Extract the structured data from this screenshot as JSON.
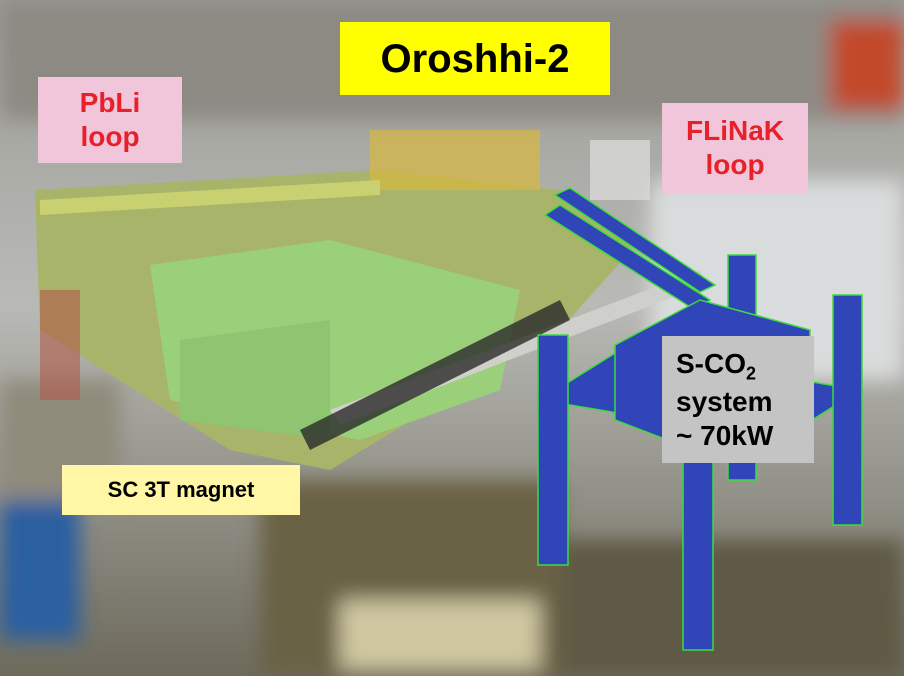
{
  "title": "Oroshhi-2",
  "labels": {
    "pbli_line1": "PbLi",
    "pbli_line2": "loop",
    "flinak_line1": "FLiNaK",
    "flinak_line2": "loop",
    "sco2_prefix": "S-CO",
    "sco2_sub": "2",
    "sco2_line2": "system",
    "sco2_line3": "~ 70kW",
    "magnet": "SC 3T magnet"
  },
  "colors": {
    "title_bg": "#ffff00",
    "loop_bg": "#f2c6da",
    "loop_text": "#e8202a",
    "sco2_bg": "#c4c4c4",
    "magnet_bg": "#fff6a6",
    "structure_blue": "#2f45b8",
    "structure_edge": "#3ddc3d"
  }
}
